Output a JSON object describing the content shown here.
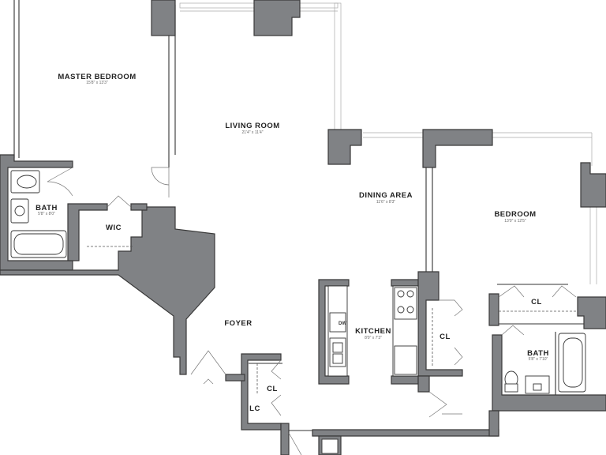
{
  "rooms": {
    "master_bedroom": {
      "name": "MASTER BEDROOM",
      "dim": "15'8\" x 13'3\""
    },
    "living_room": {
      "name": "LIVING ROOM",
      "dim": "21'4\" x 11'4\""
    },
    "dining_area": {
      "name": "DINING AREA",
      "dim": "11'6\" x 8'3\""
    },
    "bedroom": {
      "name": "BEDROOM",
      "dim": "13'0\" x 12'5\""
    },
    "bath_left": {
      "name": "BATH",
      "dim": "5'8\" x 8'0\""
    },
    "wic": {
      "name": "WIC"
    },
    "foyer": {
      "name": "FOYER"
    },
    "kitchen": {
      "name": "KITCHEN",
      "dim": "8'0\" x 7'3\""
    },
    "bath_right": {
      "name": "BATH",
      "dim": "5'8\" x 7'10\""
    }
  },
  "closets": {
    "cl_kitchen": "CL",
    "cl_bedroom": "CL",
    "cl_foyer": "CL",
    "lc": "LC",
    "dw": "DW"
  }
}
